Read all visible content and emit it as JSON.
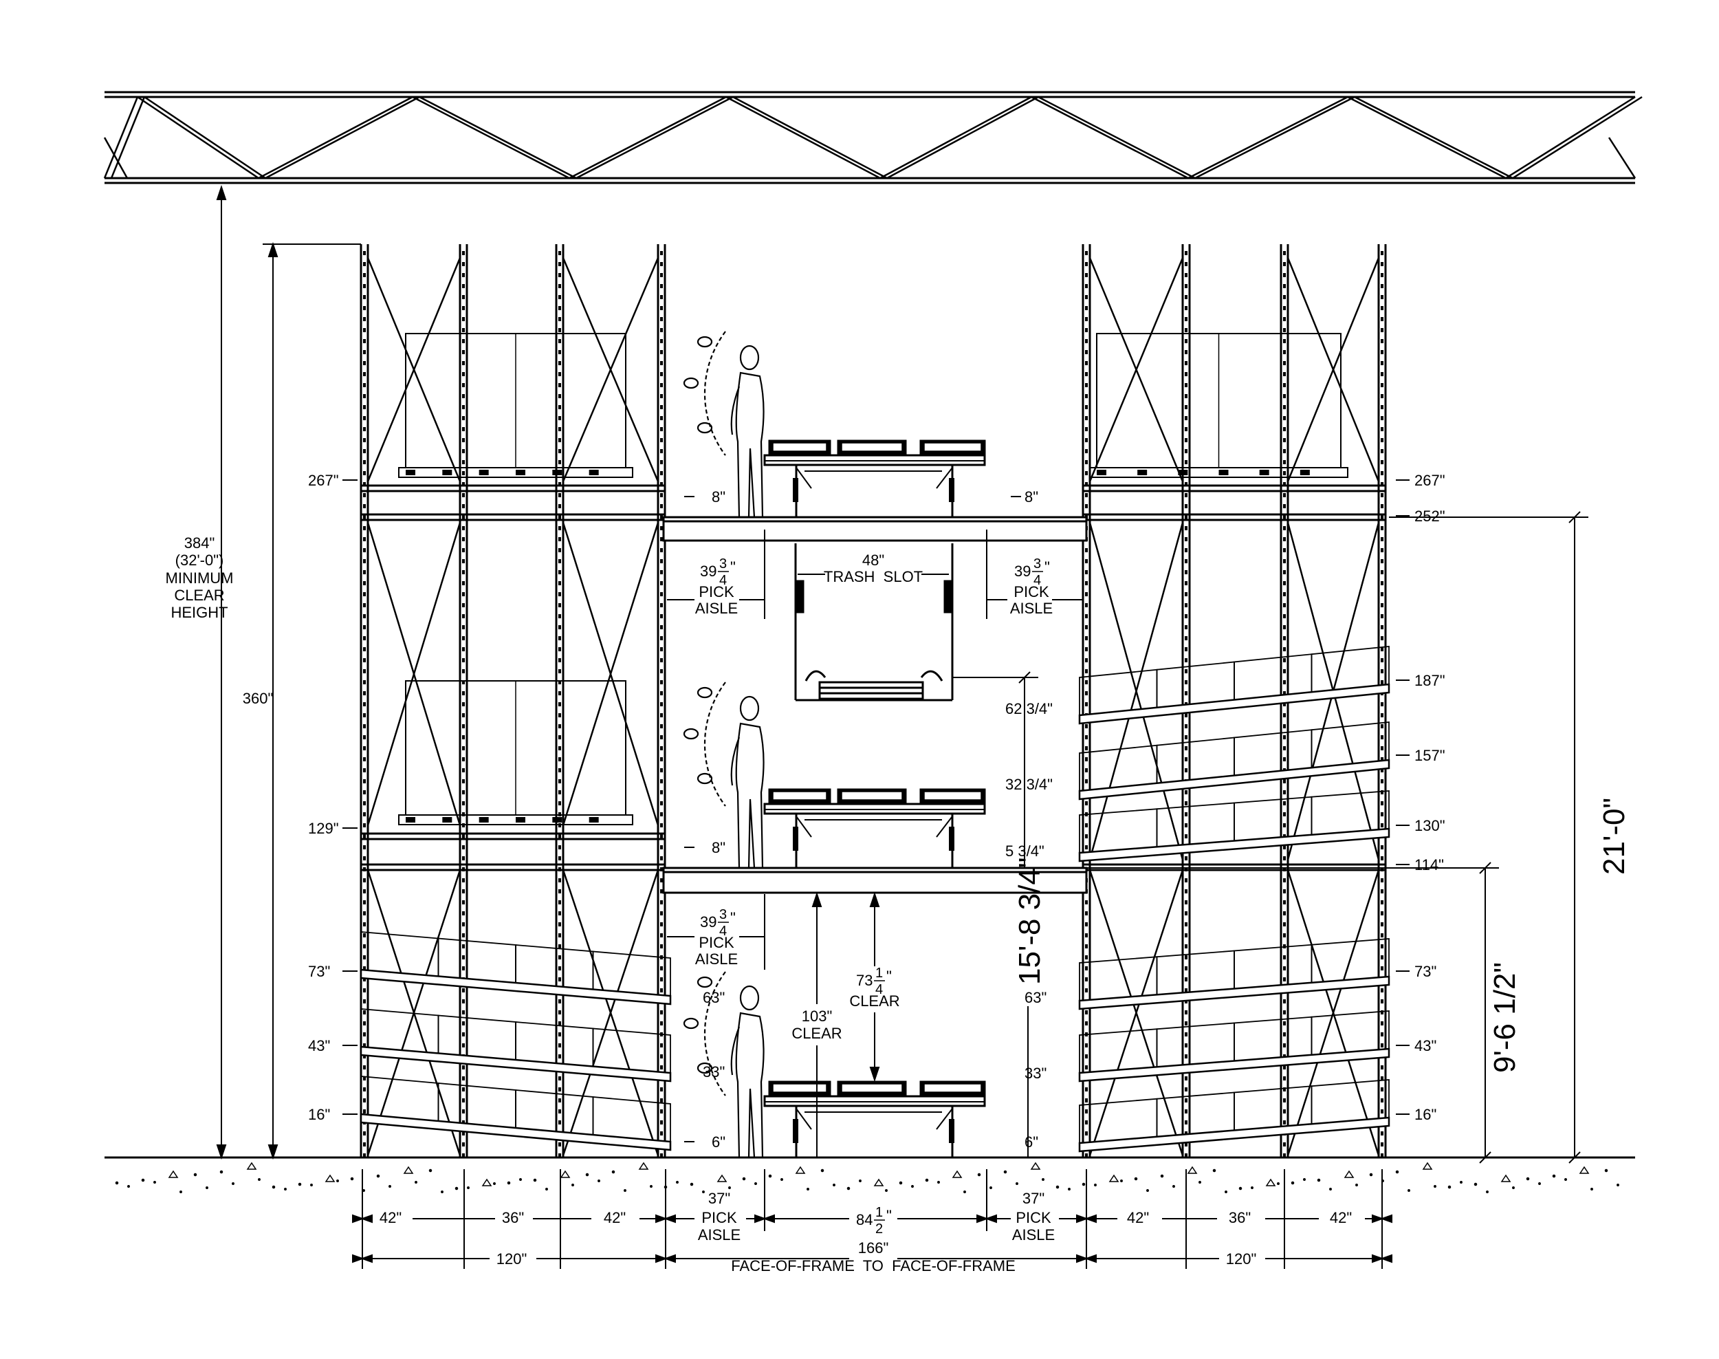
{
  "ceiling_clear_height": {
    "value": "384\"",
    "feet": "(32'-0\")",
    "line1": "MINIMUM",
    "line2": "CLEAR",
    "line3": "HEIGHT"
  },
  "rack_height": "360\"",
  "left_levels": [
    "267\"",
    "129\"",
    "73\"",
    "43\"",
    "16\""
  ],
  "right_levels": [
    "267\"",
    "252\"",
    "187\"",
    "157\"",
    "130\"",
    "114\"",
    "73\"",
    "43\"",
    "16\""
  ],
  "mezz_gaps": {
    "upper_left": "8\"",
    "upper_right": "8\"",
    "mid": "8\"",
    "ground": "6\""
  },
  "pick_aisle_upper_left": {
    "value_whole": "39",
    "value_frac_top": "3",
    "value_frac_bottom": "4",
    "inch": "\"",
    "line1": "PICK",
    "line2": "AISLE"
  },
  "pick_aisle_upper_right": {
    "value_whole": "39",
    "value_frac_top": "3",
    "value_frac_bottom": "4",
    "inch": "\"",
    "line1": "PICK",
    "line2": "AISLE"
  },
  "pick_aisle_mid": {
    "value_whole": "39",
    "value_frac_top": "3",
    "value_frac_bottom": "4",
    "inch": "\"",
    "line1": "PICK",
    "line2": "AISLE"
  },
  "trash_slot": {
    "value": "48\"",
    "label": "TRASH  SLOT"
  },
  "conveyor_dims": {
    "d1": "62 3/4\"",
    "d2": "32 3/4\"",
    "d3": "5 3/4\""
  },
  "clear_103": {
    "value": "103\"",
    "label": "CLEAR"
  },
  "clear_73": {
    "value_whole": "73",
    "value_frac_top": "1",
    "value_frac_bottom": "4",
    "inch": "\"",
    "label": "CLEAR"
  },
  "ground_conveyor_dims": {
    "d1": "63\"",
    "d2": "33\"",
    "d3": "6\""
  },
  "person_dims": {
    "d1": "63\"",
    "d2": "33\""
  },
  "vertical_big": {
    "a": "15'-8 3/4\"",
    "b": "9'-6 1/2\"",
    "c": "21'-0\""
  },
  "bottom_dims": {
    "left_bays": [
      "42\"",
      "36\"",
      "42\""
    ],
    "left_total": "120\"",
    "pick_aisle_left": {
      "value": "37\"",
      "line1": "PICK",
      "line2": "AISLE"
    },
    "center": {
      "value_whole": "84",
      "value_frac_top": "1",
      "value_frac_bottom": "2",
      "inch": "\""
    },
    "pick_aisle_right": {
      "value": "37\"",
      "line1": "PICK",
      "line2": "AISLE"
    },
    "right_bays": [
      "42\"",
      "36\"",
      "42\""
    ],
    "right_total": "120\"",
    "overall": "166\"",
    "overall_label": "FACE-OF-FRAME  TO  FACE-OF-FRAME"
  }
}
